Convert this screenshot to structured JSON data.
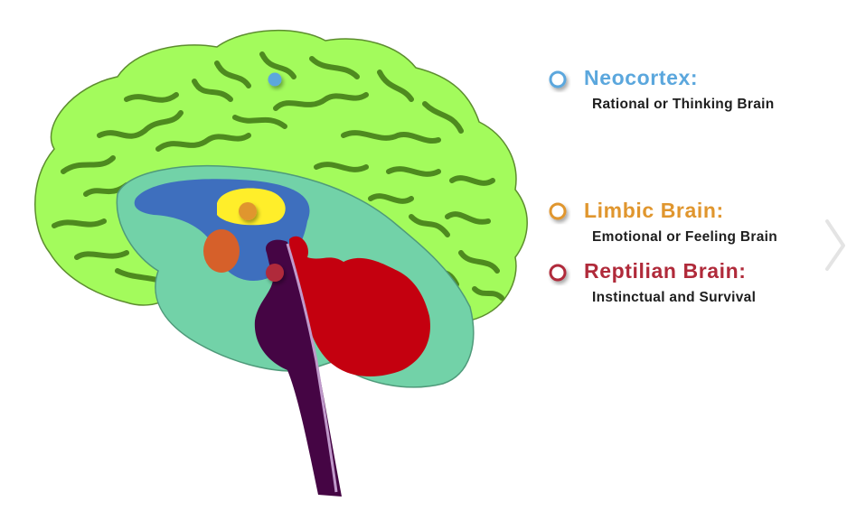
{
  "diagram": {
    "subject": "Triune brain model (sagittal brain cross-section)",
    "labels": [
      {
        "id": "neocortex",
        "title": "Neocortex:",
        "subtitle": "Rational or Thinking Brain",
        "color": "#5ba7dd"
      },
      {
        "id": "limbic",
        "title": "Limbic Brain:",
        "subtitle": "Emotional or Feeling Brain",
        "color": "#e0962e"
      },
      {
        "id": "reptilian",
        "title": "Reptilian Brain:",
        "subtitle": "Instinctual and Survival",
        "color": "#b02a3a"
      }
    ],
    "regions": {
      "cortex_fill": "#a3fb5c",
      "cortex_sulci": "#4e8a1f",
      "limbic_outer": "#72d2a8",
      "limbic_inner": "#3e6fbe",
      "limbic_yellow": "#ffee2a",
      "limbic_orange": "#d6602a",
      "cerebellum": "#c4000f",
      "brainstem": "#450544",
      "brainstem_highlight": "#c09acb"
    },
    "nav": {
      "next_icon": "chevron-right-icon"
    }
  }
}
